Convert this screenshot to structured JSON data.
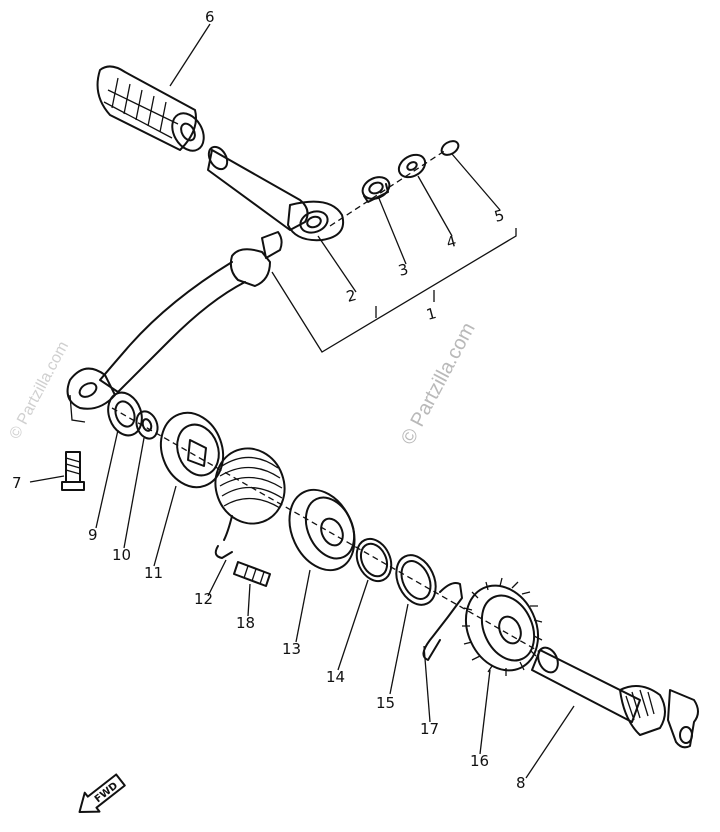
{
  "watermarks": {
    "main": "© Partzilla.com",
    "left": "© Partzilla.com"
  },
  "fwd_label": "FWD",
  "callouts": [
    {
      "id": "c1",
      "text": "1"
    },
    {
      "id": "c2",
      "text": "2"
    },
    {
      "id": "c3",
      "text": "3"
    },
    {
      "id": "c4",
      "text": "4"
    },
    {
      "id": "c5",
      "text": "5"
    },
    {
      "id": "c6",
      "text": "6"
    },
    {
      "id": "c7",
      "text": "7"
    },
    {
      "id": "c8",
      "text": "8"
    },
    {
      "id": "c9",
      "text": "9"
    },
    {
      "id": "c10",
      "text": "10"
    },
    {
      "id": "c11",
      "text": "11"
    },
    {
      "id": "c12",
      "text": "12"
    },
    {
      "id": "c13",
      "text": "13"
    },
    {
      "id": "c14",
      "text": "14"
    },
    {
      "id": "c15",
      "text": "15"
    },
    {
      "id": "c16",
      "text": "16"
    },
    {
      "id": "c17",
      "text": "17"
    },
    {
      "id": "c18",
      "text": "18"
    }
  ]
}
